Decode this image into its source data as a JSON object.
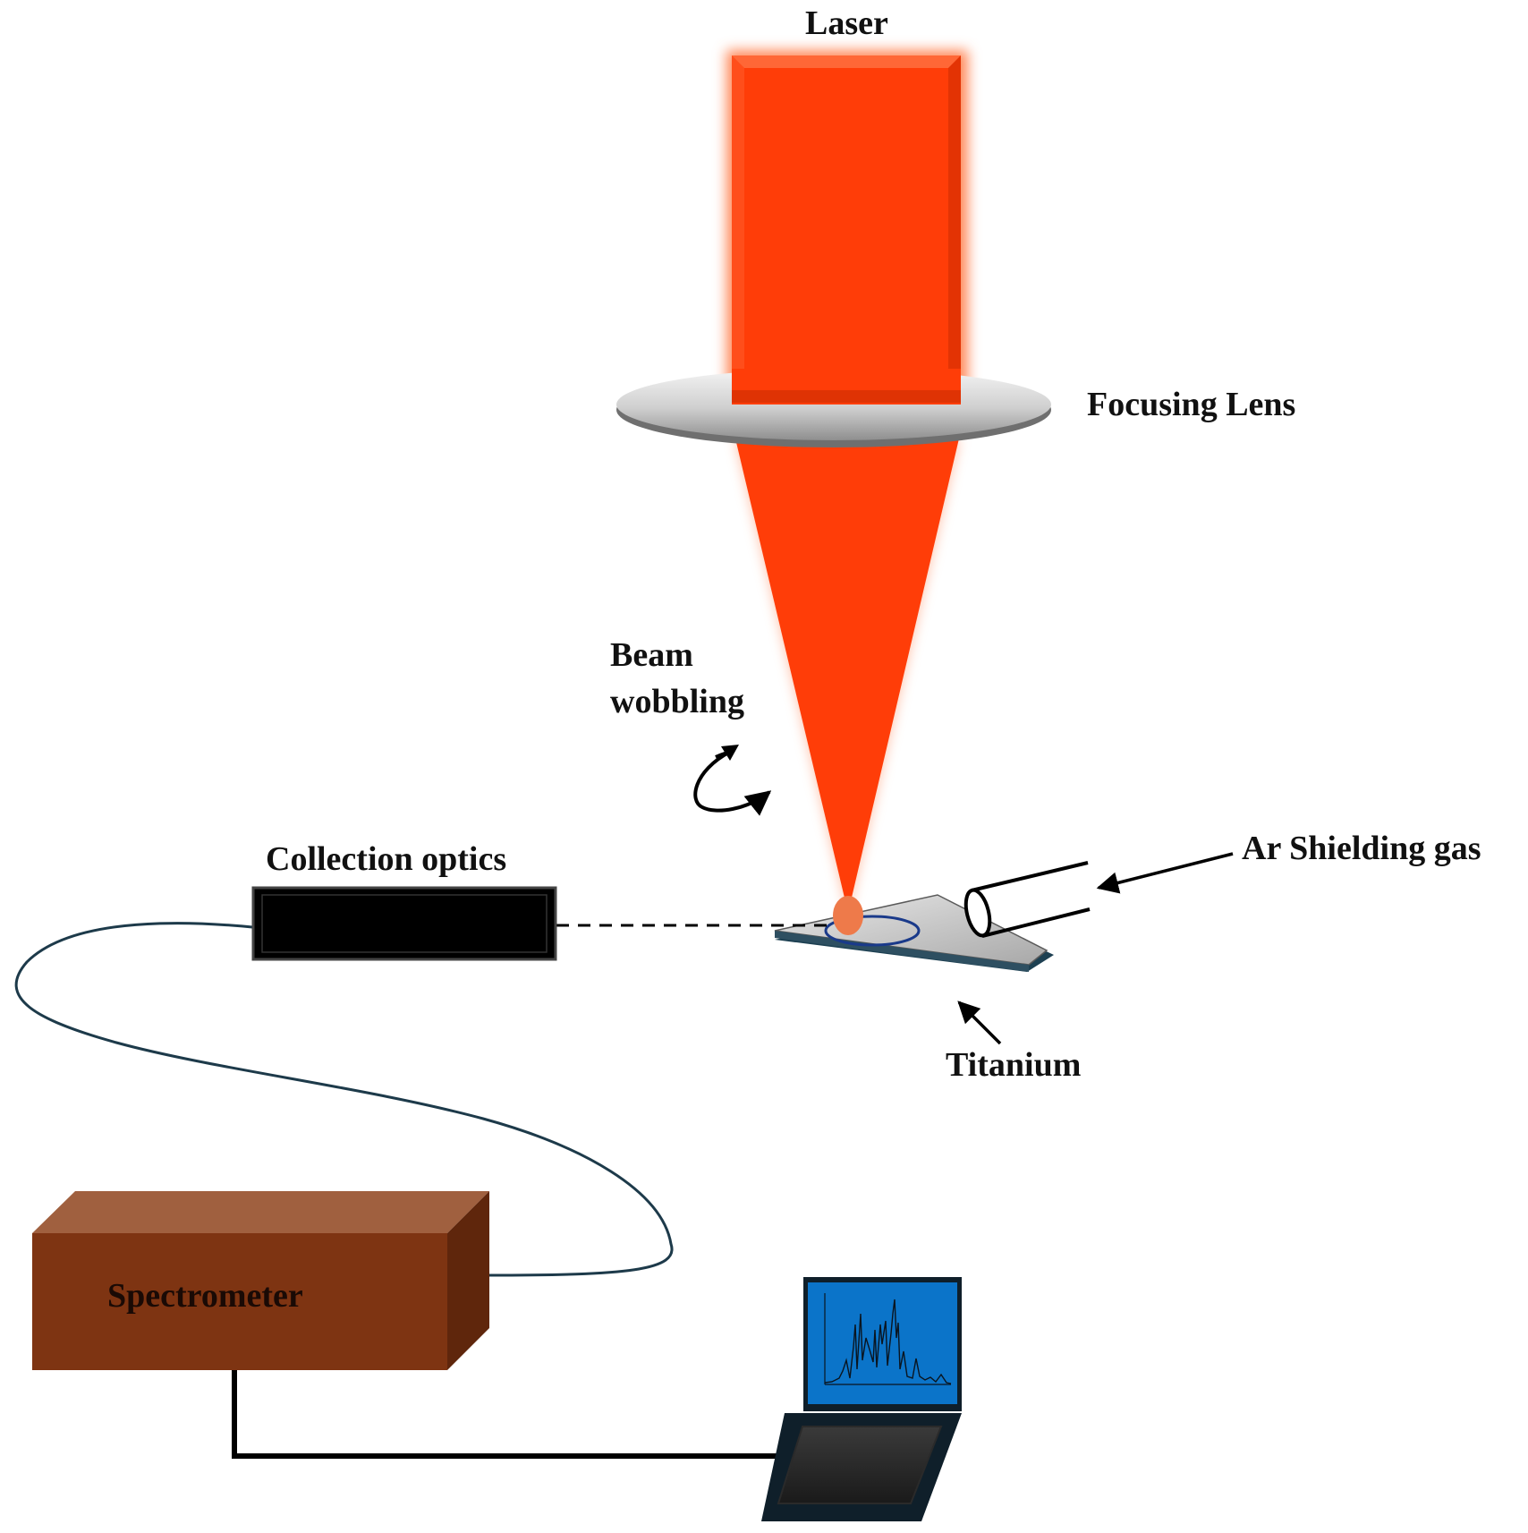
{
  "labels": {
    "laser": "Laser",
    "focusing_lens": "Focusing Lens",
    "beam_wobbling_line1": "Beam",
    "beam_wobbling_line2": "wobbling",
    "collection_optics": "Collection optics",
    "ar_shielding_gas": "Ar Shielding gas",
    "titanium": "Titanium",
    "spectrometer": "Spectrometer"
  },
  "colors": {
    "laser": "#ff3d08",
    "laser_glow": "#ff8a5c",
    "lens": "#d6d6d6",
    "spectrometer_front": "#7e3412",
    "spectrometer_top": "#a0603f",
    "spectrometer_side": "#5f260c",
    "laptop_screen": "#0b74c9",
    "fiber": "#1d3a4a"
  },
  "icons": {
    "wobble_arrow": "curved-arrow-icon",
    "spectrum_plot": "spectrum-plot-icon"
  }
}
